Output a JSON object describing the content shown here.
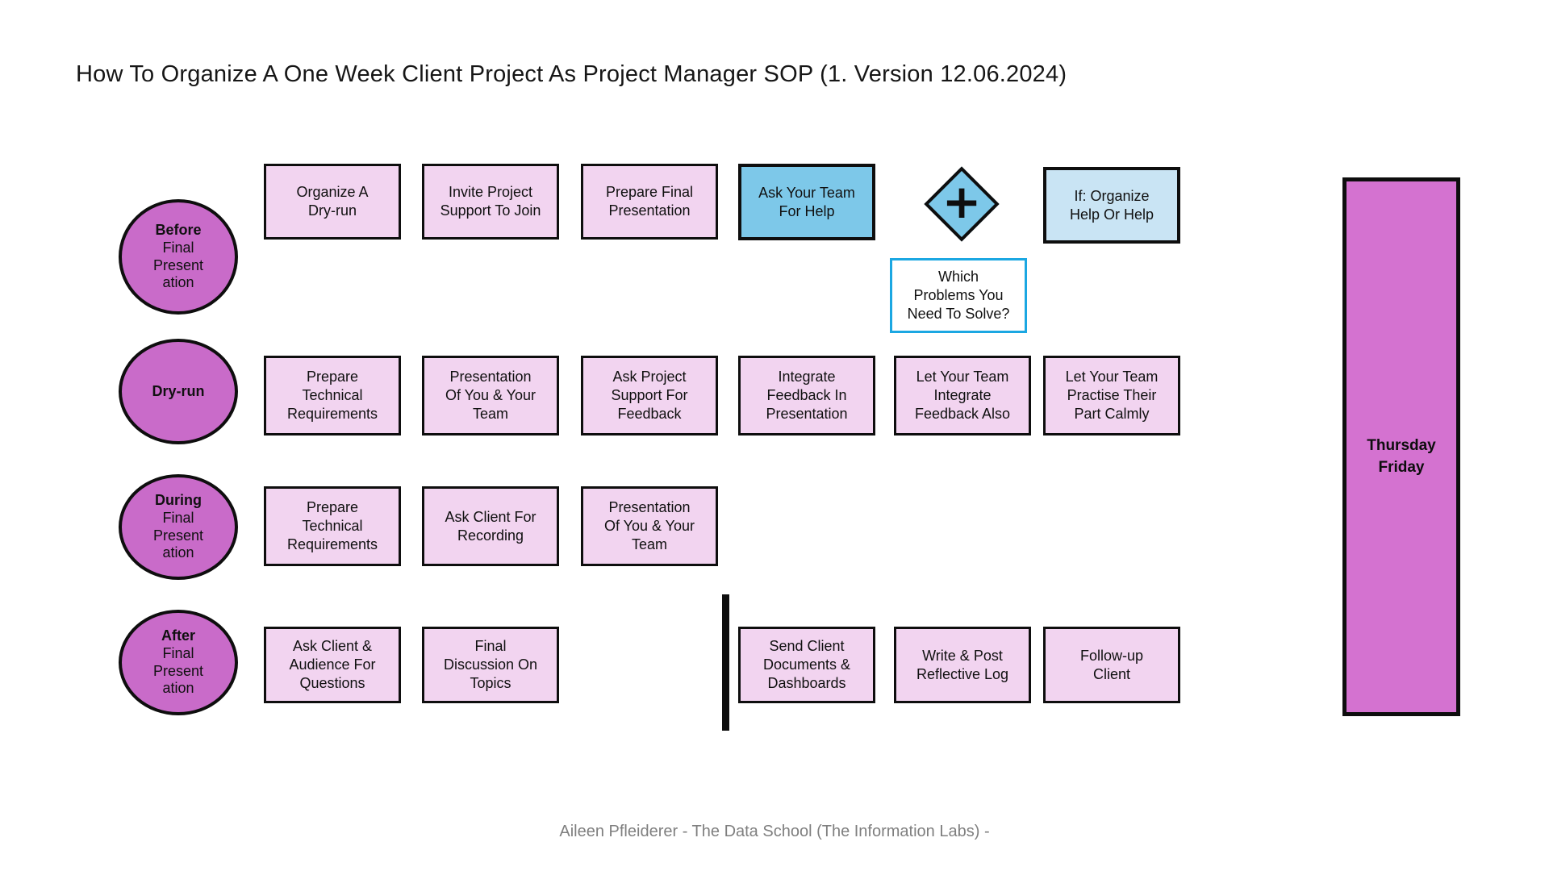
{
  "title": "How To Organize A One Week Client Project As Project Manager SOP (1. Version 12.06.2024)",
  "footer": "Aileen Pfleiderer - The Data School (The Information Labs) -",
  "colors": {
    "lane_circle_fill": "#C96BC9",
    "task_box_fill": "#F2D4F0",
    "help_box_fill": "#7DC8E9",
    "if_box_fill": "#C9E4F4",
    "note_border": "#1BA7E2",
    "day_banner_fill": "#D472D0",
    "shape_border": "#0E0E0E",
    "footer_text": "#7F7F7F"
  },
  "rows": {
    "before": {
      "lane": {
        "phase": "Before",
        "detail": "Final\nPresent\nation"
      },
      "boxes": [
        "Organize A\nDry-run",
        "Invite Project\nSupport To Join",
        "Prepare Final\nPresentation"
      ],
      "help_box": "Ask Your Team\nFor Help",
      "decision_symbol": "+",
      "if_box": "If: Organize\nHelp Or Help",
      "note": "Which\nProblems You\nNeed To Solve?"
    },
    "dryrun": {
      "lane": {
        "phase": "Dry-run",
        "detail": ""
      },
      "boxes": [
        "Prepare\nTechnical\nRequirements",
        "Presentation\nOf You & Your\nTeam",
        "Ask Project\nSupport For\nFeedback",
        "Integrate\nFeedback In\nPresentation",
        "Let Your Team\nIntegrate\nFeedback Also",
        "Let Your Team\nPractise Their\nPart Calmly"
      ]
    },
    "during": {
      "lane": {
        "phase": "During",
        "detail": "Final\nPresent\nation"
      },
      "boxes": [
        "Prepare\nTechnical\nRequirements",
        "Ask Client For\nRecording",
        "Presentation\nOf You & Your\nTeam"
      ]
    },
    "after": {
      "lane": {
        "phase": "After",
        "detail": "Final\nPresent\nation"
      },
      "boxes_left": [
        "Ask Client &\nAudience For\nQuestions",
        "Final\nDiscussion On\nTopics"
      ],
      "boxes_right": [
        "Send Client\nDocuments &\nDashboards",
        "Write & Post\nReflective Log",
        "Follow-up\nClient"
      ]
    }
  },
  "sidebar": {
    "days": "Thursday\nFriday"
  }
}
